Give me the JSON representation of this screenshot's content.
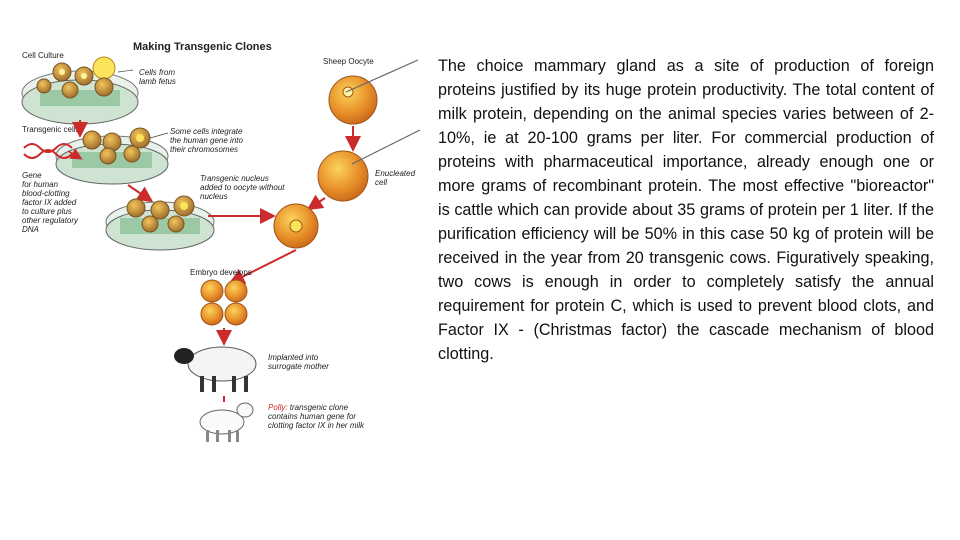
{
  "figure": {
    "title": "Making Transgenic Clones",
    "labels": {
      "cell_culture": "Cell Culture",
      "cells_from_lamb": [
        "Cells from",
        "lamb fetus"
      ],
      "sheep_oocyte": "Sheep Oocyte",
      "transgenic_cells": "Transgenic cells",
      "some_cells": [
        "Some cells integrate",
        "the human gene into",
        "their chromosomes"
      ],
      "gene": [
        "Gene",
        "for human",
        "blood-clotting",
        "factor IX added",
        "to culture plus",
        "other regulatory",
        "DNA"
      ],
      "transgenic_nucleus": [
        "Transgenic nucleus",
        "added to oocyte without",
        "nucleus"
      ],
      "enucleated": [
        "Enucleated",
        "cell"
      ],
      "embryo": "Embryo develops",
      "implanted": [
        "Implanted into",
        "surrogate mother"
      ],
      "polly_name": "Polly:",
      "polly": [
        " transgenic clone",
        "contains human gene for",
        "clotting factor IX in her milk"
      ]
    },
    "colors": {
      "arrow": "#cc2b2b",
      "cell": "#e8902a",
      "cell_light": "#fbd35a",
      "culture_cell": "#a07a3c",
      "dish_green": "#5ea86e"
    }
  },
  "text": "The choice mammary gland as a site of production of foreign proteins justified by its huge protein productivity. The total content of milk protein, depending on the animal species varies between of 2-10%, ie at 20-100 grams per liter. For commercial production of proteins with pharmaceutical importance, already enough one or more grams of recombinant protein. The most effective \"bioreactor\" is cattle which can provide about 35 grams of protein per 1 liter. If the purification efficiency will be 50% in this case 50 kg of protein will be received in the year from 20 transgenic cows. Figuratively speaking, two cows is enough in order to completely satisfy the annual requirement for protein C, which is used to prevent blood clots, and Factor IX - (Christmas factor) the cascade mechanism of blood clotting."
}
